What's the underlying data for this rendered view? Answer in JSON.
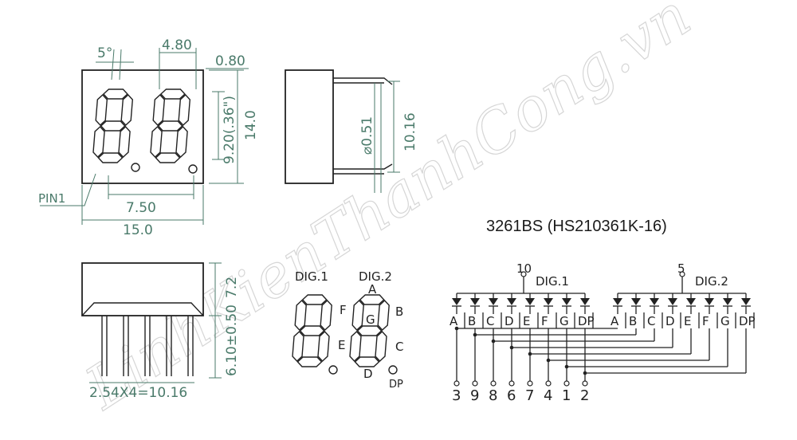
{
  "title": "3261BS (HS210361K-16)",
  "watermark": "LinhKienThanhCong.vn",
  "front_view": {
    "angle": "5°",
    "segment_width": "4.80",
    "segment_stroke": "0.80",
    "digit_height": "9.20(.36\")",
    "body_height": "14.0",
    "digit_pitch": "7.50",
    "body_width": "15.0",
    "pin1": "PIN1"
  },
  "side_view": {
    "pin_diameter": "⌀0.51",
    "depth": "10.16"
  },
  "bottom_view": {
    "pin_pitch": "2.54X4=10.16",
    "body_thickness": "7.2",
    "pin_length": "6.10±0.50"
  },
  "segment_labels": {
    "dig1": "DIG.1",
    "dig2": "DIG.2",
    "A": "A",
    "B": "B",
    "C": "C",
    "D": "D",
    "E": "E",
    "F": "F",
    "G": "G",
    "DP": "DP"
  },
  "schematic": {
    "dig1_pin": "10",
    "dig1_label": "DIG.1",
    "dig2_pin": "5",
    "dig2_label": "DIG.2",
    "segments": [
      "A",
      "B",
      "C",
      "D",
      "E",
      "F",
      "G",
      "DP"
    ],
    "pins": [
      "3",
      "9",
      "8",
      "6",
      "7",
      "4",
      "1",
      "2"
    ]
  },
  "colors": {
    "dimension": "#4a7a6a",
    "ink": "#222222",
    "watermark": "#d6d6d6"
  }
}
